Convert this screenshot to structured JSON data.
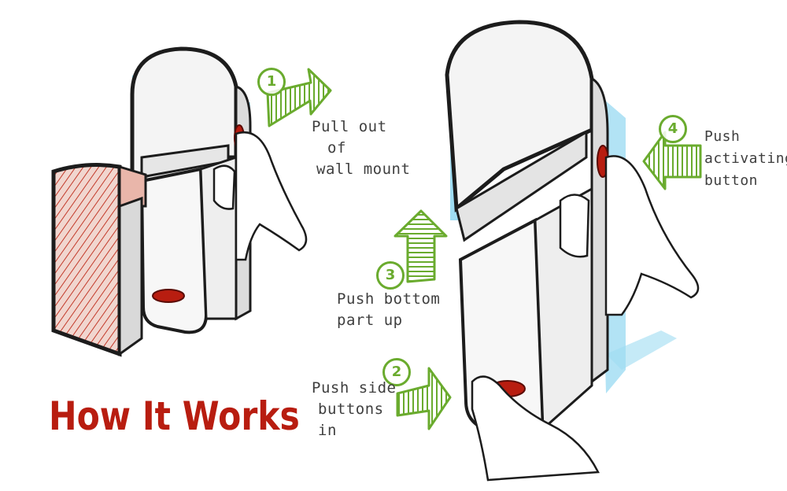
{
  "title": "How It Works",
  "colors": {
    "arrow_green": "#6aab2e",
    "button_red": "#b81d10",
    "wall_mount_red": "#c33a2a",
    "shadow_blue": "#9fdcf2",
    "outline": "#1c1c1c",
    "body_fill": "#f4f4f4"
  },
  "steps": [
    {
      "number": "1",
      "direction": "right",
      "lines": [
        "Pull out",
        "of",
        "wall mount"
      ]
    },
    {
      "number": "2",
      "direction": "right",
      "lines": [
        "Push side",
        "buttons",
        "in"
      ]
    },
    {
      "number": "3",
      "direction": "up",
      "lines": [
        "Push bottom",
        "part up"
      ]
    },
    {
      "number": "4",
      "direction": "left",
      "lines": [
        "Push",
        "activating",
        "button"
      ]
    }
  ]
}
